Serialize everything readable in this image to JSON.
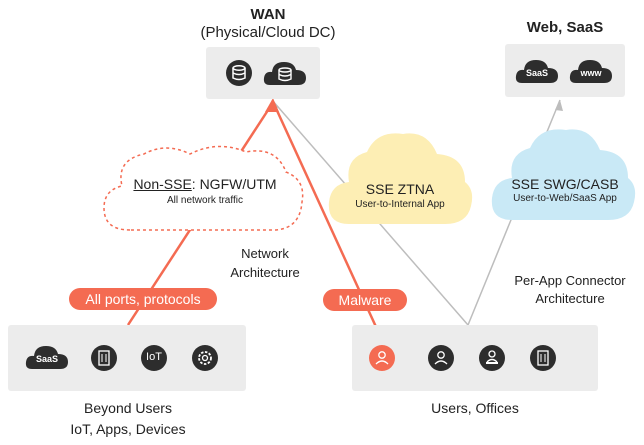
{
  "wan": {
    "title": "WAN",
    "subtitle": "(Physical/Cloud DC)"
  },
  "web": {
    "title": "Web, SaaS",
    "saas_label": "SaaS",
    "www_label": "www"
  },
  "non_sse": {
    "prefix": "Non-SSE",
    "suffix": ": NGFW/UTM",
    "sub": "All network traffic"
  },
  "sse_ztna": {
    "title": "SSE ZTNA",
    "sub": "User-to-Internal App"
  },
  "sse_swg": {
    "title": "SSE SWG/CASB",
    "sub": "User-to-Web/SaaS App"
  },
  "network_arch": {
    "line1": "Network",
    "line2": "Architecture"
  },
  "perapp_arch": {
    "line1": "Per-App Connector",
    "line2": "Architecture"
  },
  "pills": {
    "ports": "All ports, protocols",
    "malware": "Malware"
  },
  "beyond": {
    "saas": "SaaS",
    "iot": "IoT",
    "line1": "Beyond Users",
    "line2": "IoT, Apps, Devices"
  },
  "users": {
    "line1": "Users, Offices"
  },
  "colors": {
    "accent": "#f46b52",
    "ztna_cloud": "#fdeeb4",
    "swg_cloud": "#c9e9f6",
    "box": "#ececec",
    "icon": "#2d2d2d"
  }
}
